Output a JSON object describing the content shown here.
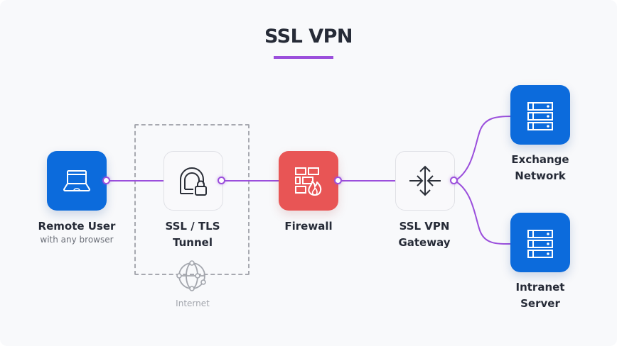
{
  "title": "SSL VPN",
  "colors": {
    "accent": "#9b4fdc",
    "node_blue": "#0c6bdc",
    "node_red": "#e85555",
    "text_dark": "#262b37",
    "background": "#f8f9fb"
  },
  "nodes": {
    "remote_user": {
      "label": "Remote User",
      "sublabel": "with any browser",
      "icon": "laptop-icon"
    },
    "tunnel": {
      "label_line1": "SSL / TLS",
      "label_line2": "Tunnel",
      "icon": "tunnel-lock-icon"
    },
    "internet": {
      "label": "Internet",
      "icon": "globe-network-icon"
    },
    "firewall": {
      "label": "Firewall",
      "icon": "firewall-icon"
    },
    "gateway": {
      "label_line1": "SSL VPN",
      "label_line2": "Gateway",
      "icon": "gateway-arrows-icon"
    },
    "exchange": {
      "label_line1": "Exchange",
      "label_line2": "Network",
      "icon": "server-icon"
    },
    "intranet": {
      "label_line1": "Intranet",
      "label_line2": "Server",
      "icon": "server-icon"
    }
  },
  "connections": [
    {
      "from": "Remote User",
      "to": "SSL / TLS Tunnel"
    },
    {
      "from": "SSL / TLS Tunnel",
      "to": "Firewall"
    },
    {
      "from": "Firewall",
      "to": "SSL VPN Gateway"
    },
    {
      "from": "SSL VPN Gateway",
      "to": "Exchange Network"
    },
    {
      "from": "SSL VPN Gateway",
      "to": "Intranet Server"
    }
  ]
}
